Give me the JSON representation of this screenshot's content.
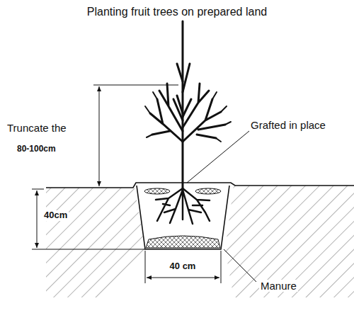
{
  "diagram": {
    "title": "Planting fruit trees on prepared land",
    "labels": [
      "Truncate the",
      "80-100cm",
      "Grafted in place",
      "40cm",
      "40 cm",
      "Manure"
    ]
  }
}
